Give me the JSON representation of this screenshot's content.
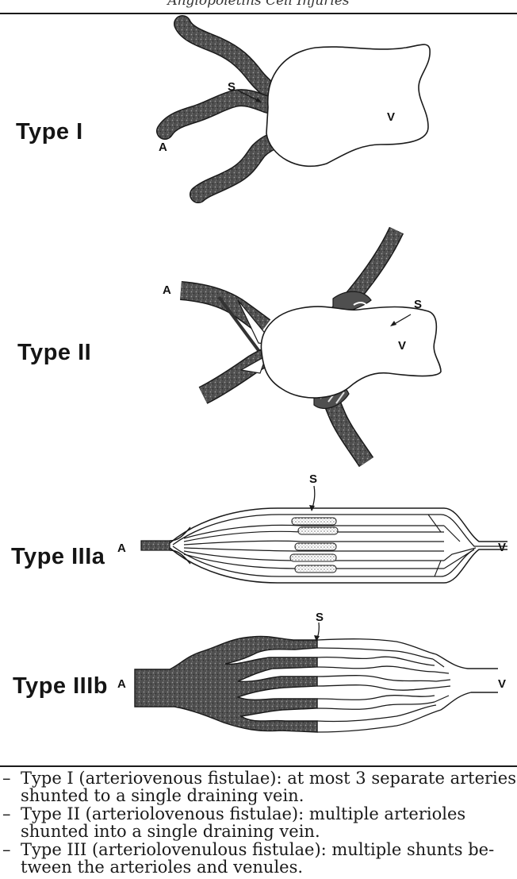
{
  "header": {
    "text": "Angiopoietins Cell Injuries"
  },
  "diagram": {
    "types": [
      {
        "label": "Type I",
        "marks": {
          "artery": "A",
          "shunt": "S",
          "vein": "V"
        }
      },
      {
        "label": "Type II",
        "marks": {
          "artery": "A",
          "shunt": "S",
          "vein": "V"
        }
      },
      {
        "label": "Type IIIa",
        "marks": {
          "artery": "A",
          "shunt": "S",
          "vein": "V"
        }
      },
      {
        "label": "Type IIIb",
        "marks": {
          "artery": "A",
          "shunt": "S",
          "vein": "V"
        }
      }
    ],
    "colors": {
      "vessel_fill": "#4a4a4a",
      "line": "#1a1a1a",
      "background": "#ffffff"
    }
  },
  "legend": {
    "bullet": "–",
    "items": [
      "Type I (arteriovenous fistulae): at most 3 separate arteries shunted to a single draining vein.",
      "Type II (arteriolovenous fistulae): multiple arterioles shunted into a single draining vein.",
      "Type III (arteriolovenulous fistulae): multiple shunts be-tween the arterioles and venules."
    ]
  }
}
